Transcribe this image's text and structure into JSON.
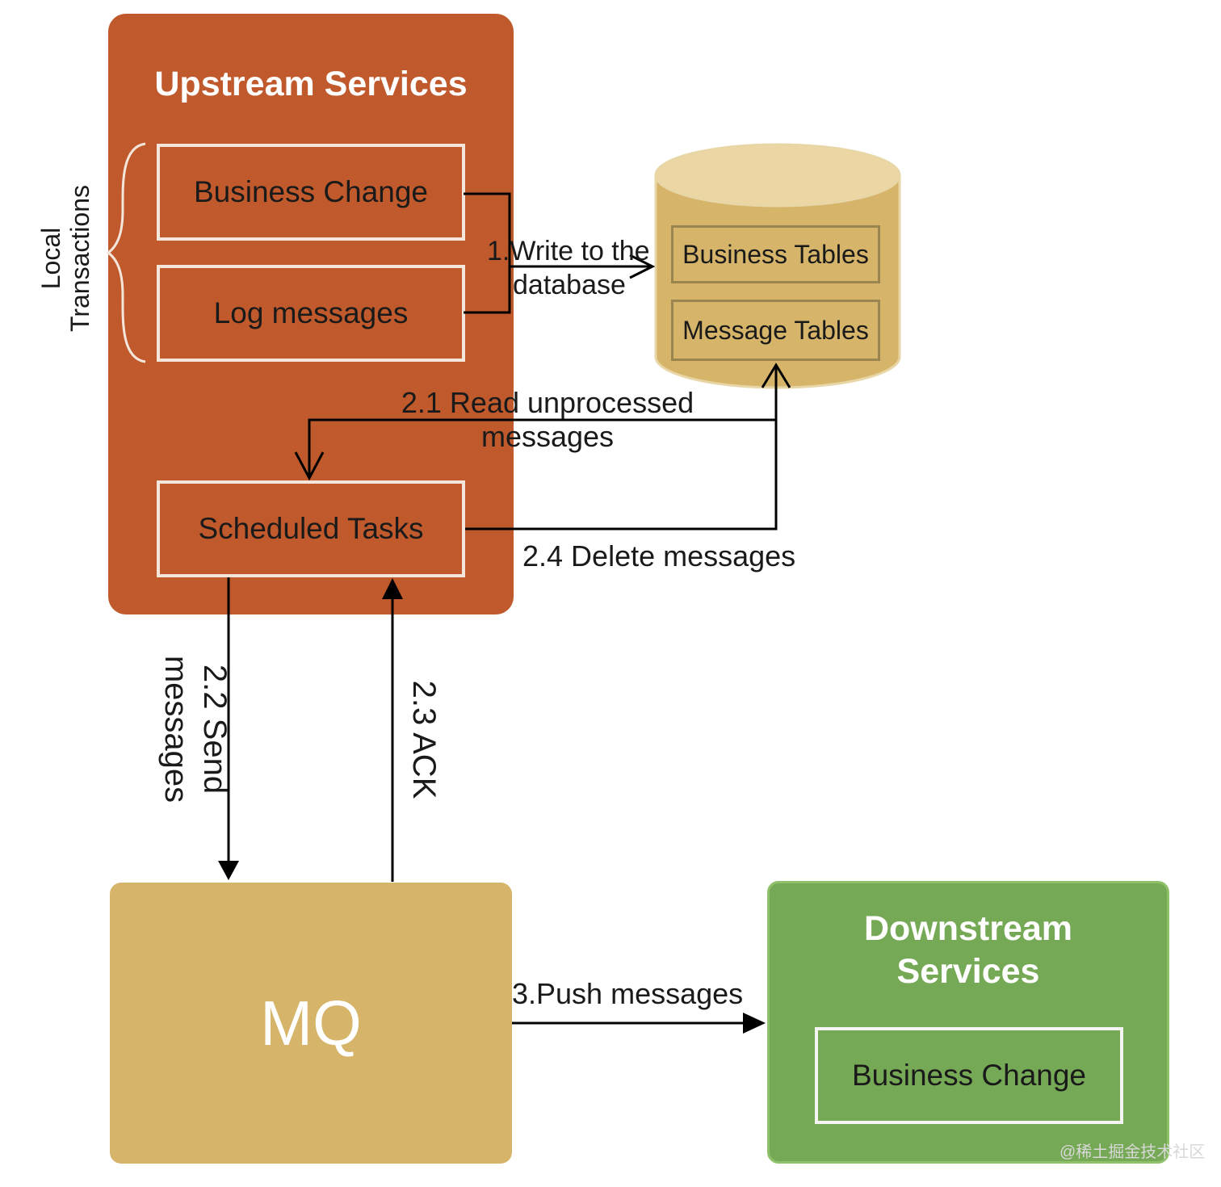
{
  "upstream": {
    "title": "Upstream Services",
    "business_change": "Business Change",
    "log_messages": "Log messages",
    "scheduled_tasks": "Scheduled Tasks",
    "local_transactions": [
      "Local",
      "Transactions"
    ]
  },
  "database": {
    "business_tables": "Business Tables",
    "message_tables": "Message Tables"
  },
  "mq": {
    "label": "MQ"
  },
  "downstream": {
    "title": [
      "Downstream",
      "Services"
    ],
    "business_change": "Business Change"
  },
  "edges": {
    "write_db": [
      "1.Write to the",
      "database"
    ],
    "read_unprocessed": [
      "2.1 Read unprocessed",
      "messages"
    ],
    "send_messages": [
      "2.2 Send",
      "messages"
    ],
    "ack": "2.3 ACK",
    "delete_messages": "2.4 Delete messages",
    "push_messages": "3.Push messages"
  },
  "watermark": "@稀土掘金技术社区",
  "colors": {
    "upstream": "#c05a2c",
    "database": "#d6b56a",
    "mq": "#d6b56a",
    "downstream": "#76a955"
  }
}
